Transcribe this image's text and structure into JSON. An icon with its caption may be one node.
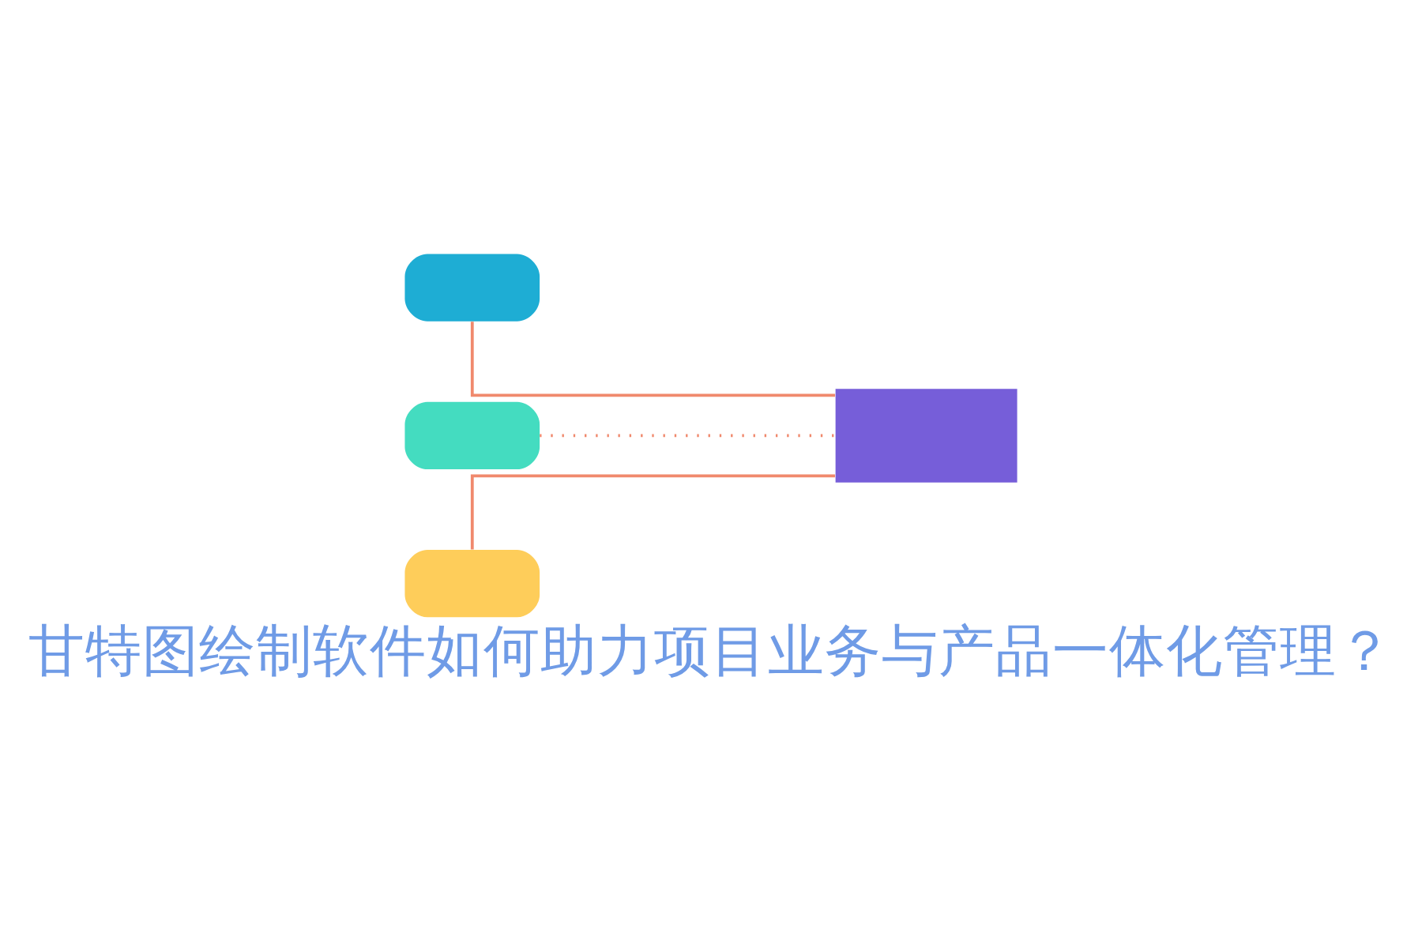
{
  "diagram": {
    "title": "甘特图绘制软件如何助力项目业务与产品一体化管理？",
    "nodes": [
      {
        "text": [],
        "shape": "box"
      },
      {
        "text": [],
        "shape": "box"
      },
      {
        "text": [],
        "shape": "box"
      },
      {
        "text": [],
        "shape": "box"
      }
    ],
    "edges": [
      {
        "from": 0,
        "to": 3,
        "arrow": "none"
      },
      {
        "from": 1,
        "to": 3,
        "arrow": "none",
        "style": "dashed"
      },
      {
        "from": 2,
        "to": 3,
        "arrow": "none"
      }
    ]
  }
}
